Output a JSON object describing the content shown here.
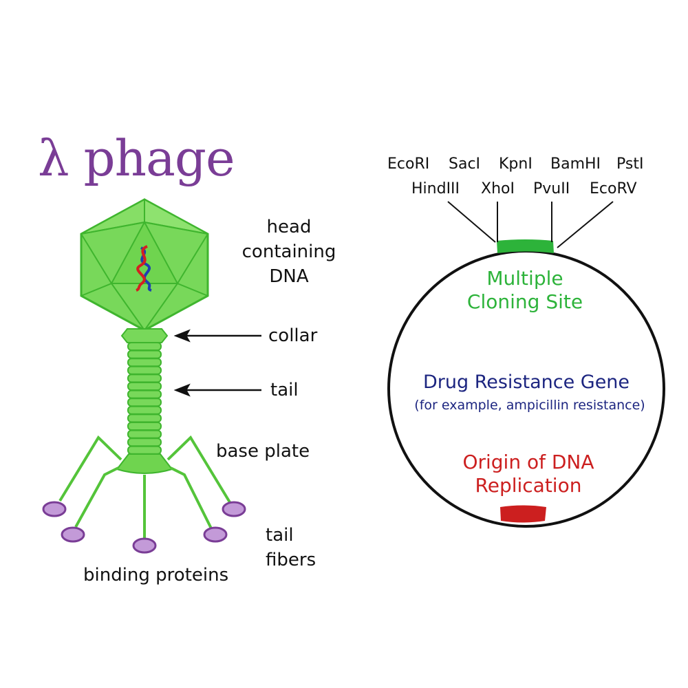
{
  "phage": {
    "title": "λ phage",
    "labels": {
      "head": "head containing DNA",
      "head_lines": [
        "head",
        "containing",
        "DNA"
      ],
      "collar": "collar",
      "tail": "tail",
      "base_plate": "base plate",
      "tail_fibers_lines": [
        "tail",
        "fibers"
      ],
      "binding_proteins": "binding proteins"
    },
    "colors": {
      "body": "#6fd44f",
      "outline": "#3fb52e",
      "protein": "#c39ad8",
      "protein_outline": "#7a3d96",
      "dna_a": "#1f3fb0",
      "dna_b": "#d42020",
      "title": "#7a3d96"
    }
  },
  "plasmid": {
    "enzymes_row1": [
      "EcoRI",
      "SacI",
      "KpnI",
      "BamHI",
      "PstI"
    ],
    "enzymes_row2": [
      "HindIII",
      "XhoI",
      "PvuII",
      "EcoRV"
    ],
    "mcs_lines": [
      "Multiple",
      "Cloning Site"
    ],
    "drug_gene": "Drug Resistance Gene",
    "drug_gene_note": "(for example, ampicillin resistance)",
    "ori_lines": [
      "Origin of DNA",
      "Replication"
    ],
    "colors": {
      "mcs": "#2db33a",
      "drug": "#1c2580",
      "ori": "#cc1f1f",
      "ring": "#111111"
    }
  }
}
